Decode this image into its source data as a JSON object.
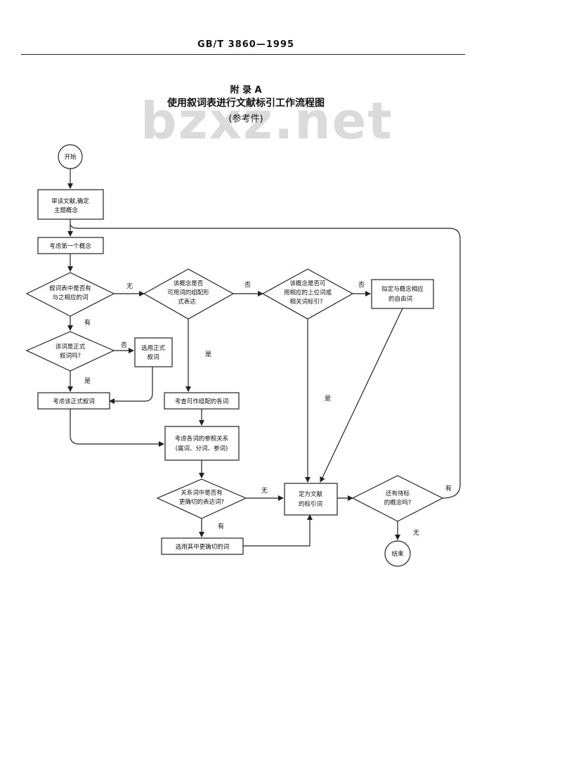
{
  "header": {
    "standard_code": "GB/T 3860—1995"
  },
  "appendix": {
    "label": "附 录 A",
    "title": "使用叙词表进行文献标引工作流程图",
    "note": "(参考件)"
  },
  "watermark": "bzxz.net",
  "flowchart": {
    "nodes": {
      "start": "开始",
      "read_doc": [
        "审读文献,确定",
        "主题概念"
      ],
      "first_concept": "考虑第一个概念",
      "d_in_thesaurus": [
        "叙词表中是否有",
        "与之相应的词"
      ],
      "d_is_formal": [
        "该词是正式",
        "叙词吗?"
      ],
      "select_formal": [
        "选用正式",
        "叙词"
      ],
      "consider_formal": "考虑该正式叙词",
      "d_combination": [
        "该概念是否",
        "可用词的组配形",
        "式表达"
      ],
      "consider_combo_terms": "考查可作组配的各词",
      "consider_relations": [
        "考虑各词的参照关系",
        "(属词、分词、参词)"
      ],
      "d_better_term": [
        "关系词中是否有",
        "更确切的表达词?"
      ],
      "select_better": "选用其中更确切的词",
      "d_broader": [
        "该概念是否可",
        "用相应的上位词或",
        "相关词标引?"
      ],
      "free_term": [
        "拟定与概念相应",
        "的自由词"
      ],
      "index_term": [
        "定为文献",
        "的标引词"
      ],
      "d_more_concepts": [
        "还有待标",
        "的概念吗?"
      ],
      "end": "结束"
    },
    "edge_labels": {
      "no": "无",
      "no2": "否",
      "yes_have": "有",
      "yes_is": "是"
    }
  }
}
